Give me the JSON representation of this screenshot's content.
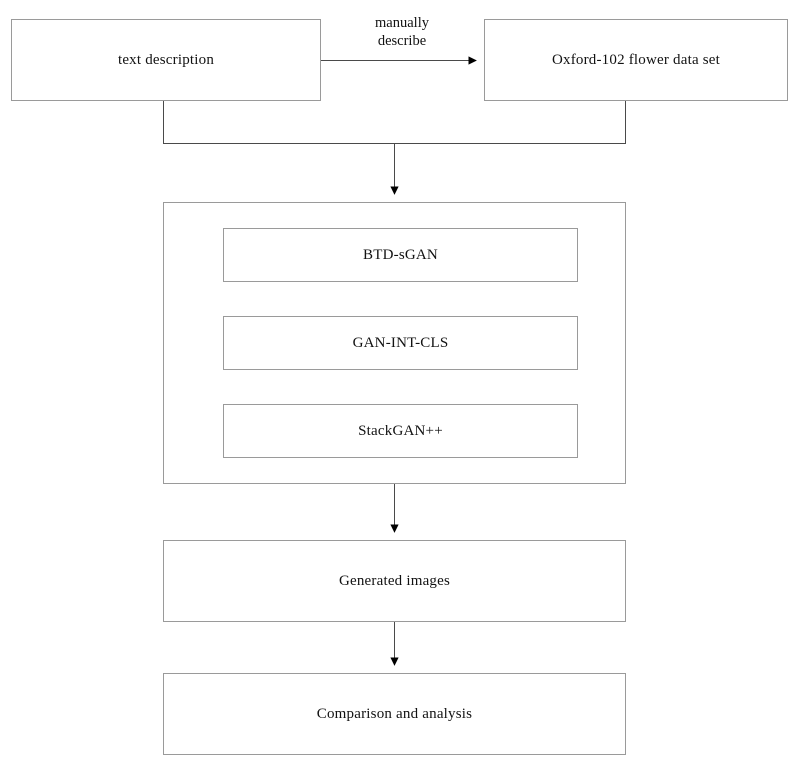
{
  "diagram": {
    "title": "Text-to-image GAN comparison pipeline flowchart",
    "type": "flowchart",
    "background_color": "#ffffff",
    "stroke_color": "#9a9a9a",
    "arrow_color": "#000000",
    "text_color": "#121212"
  },
  "nodes": {
    "text_description": {
      "label": "text description"
    },
    "dataset": {
      "label": "Oxford-102 flower data set"
    },
    "models_container": {
      "label": ""
    },
    "btd_sgan": {
      "label": "BTD-sGAN"
    },
    "gan_int_cls": {
      "label": "GAN-INT-CLS"
    },
    "stackgan": {
      "label": "StackGAN++"
    },
    "generated_images": {
      "label": "Generated images"
    },
    "comparison": {
      "label": "Comparison and analysis"
    }
  },
  "edges": {
    "manually_describe": {
      "line1": "manually",
      "line2": "describe",
      "from": "text description",
      "to": "Oxford-102 flower data set"
    },
    "inputs_to_models": {
      "from": "text description + Oxford-102 flower data set",
      "to": "models"
    },
    "models_to_generated": {
      "from": "models",
      "to": "Generated images"
    },
    "generated_to_comparison": {
      "from": "Generated images",
      "to": "Comparison and analysis"
    }
  }
}
